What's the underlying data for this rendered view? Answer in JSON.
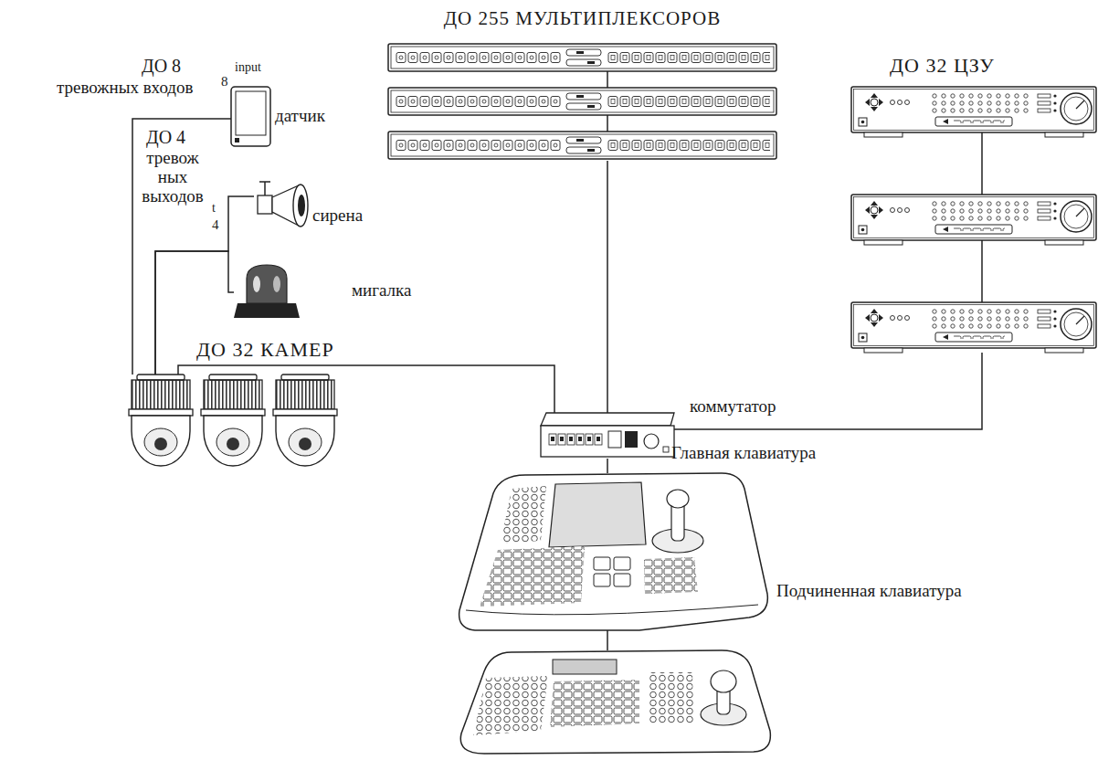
{
  "diagram": {
    "nodes": [
      {
        "text": [
          "ДО 255 МУЛЬТИПЛЕКСОРОВ"
        ]
      },
      {
        "text": [
          "датчик"
        ]
      },
      {
        "text": [
          "сирена"
        ]
      },
      {
        "text": [
          "мигалка"
        ]
      },
      {
        "text": [
          "ДО 32 КАМЕР"
        ]
      },
      {
        "text": [
          "коммутатор"
        ]
      },
      {
        "text": [
          "ДО 32 ЦЗУ"
        ]
      },
      {
        "text": [
          "Главная клавиатура"
        ]
      },
      {
        "text": [
          "Подчиненная клавиатура"
        ]
      }
    ],
    "edges": [
      {
        "from": 4,
        "to": 1,
        "arrow": "none"
      },
      {
        "from": 4,
        "to": 2,
        "arrow": "none"
      },
      {
        "from": 4,
        "to": 3,
        "arrow": "none"
      },
      {
        "from": 4,
        "to": 5,
        "arrow": "none"
      },
      {
        "from": 0,
        "to": 5,
        "arrow": "none"
      },
      {
        "from": 6,
        "to": 5,
        "arrow": "none"
      },
      {
        "from": 5,
        "to": 7,
        "arrow": "none"
      },
      {
        "from": 7,
        "to": 8,
        "arrow": "none"
      }
    ],
    "labels": [
      "ДО 8",
      "тревожных входов",
      "input",
      "8",
      "ДО 4",
      "тревож ных выходов",
      "t",
      "4"
    ]
  }
}
